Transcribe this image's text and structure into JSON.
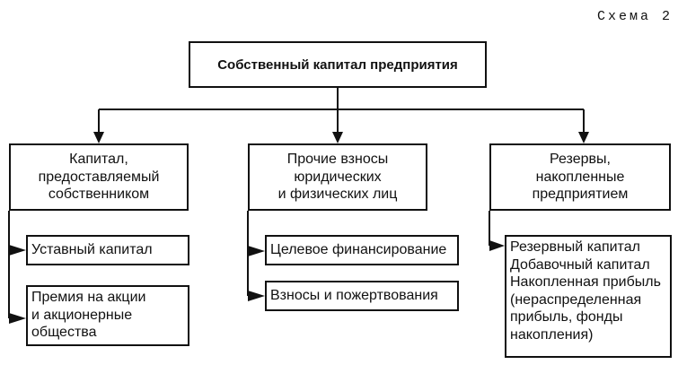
{
  "schema_label": "Схема 2",
  "root": {
    "label": "Собственный капитал предприятия"
  },
  "columns": [
    {
      "header": "Капитал,\nпредоставляемый\nсобственником",
      "items": [
        "Уставный капитал",
        "Премия на акции\nи акционерные\nобщества"
      ]
    },
    {
      "header": "Прочие взносы\nюридических\nи физических лиц",
      "items": [
        "Целевое финансирование",
        "Взносы и пожертвования"
      ]
    },
    {
      "header": "Резервы,\nнакопленные\nпредприятием",
      "items": [
        "Резервный капитал\nДобавочный капитал\nНакопленная прибыль\n(нераспределенная\nприбыль, фонды\nнакопления)"
      ]
    }
  ]
}
